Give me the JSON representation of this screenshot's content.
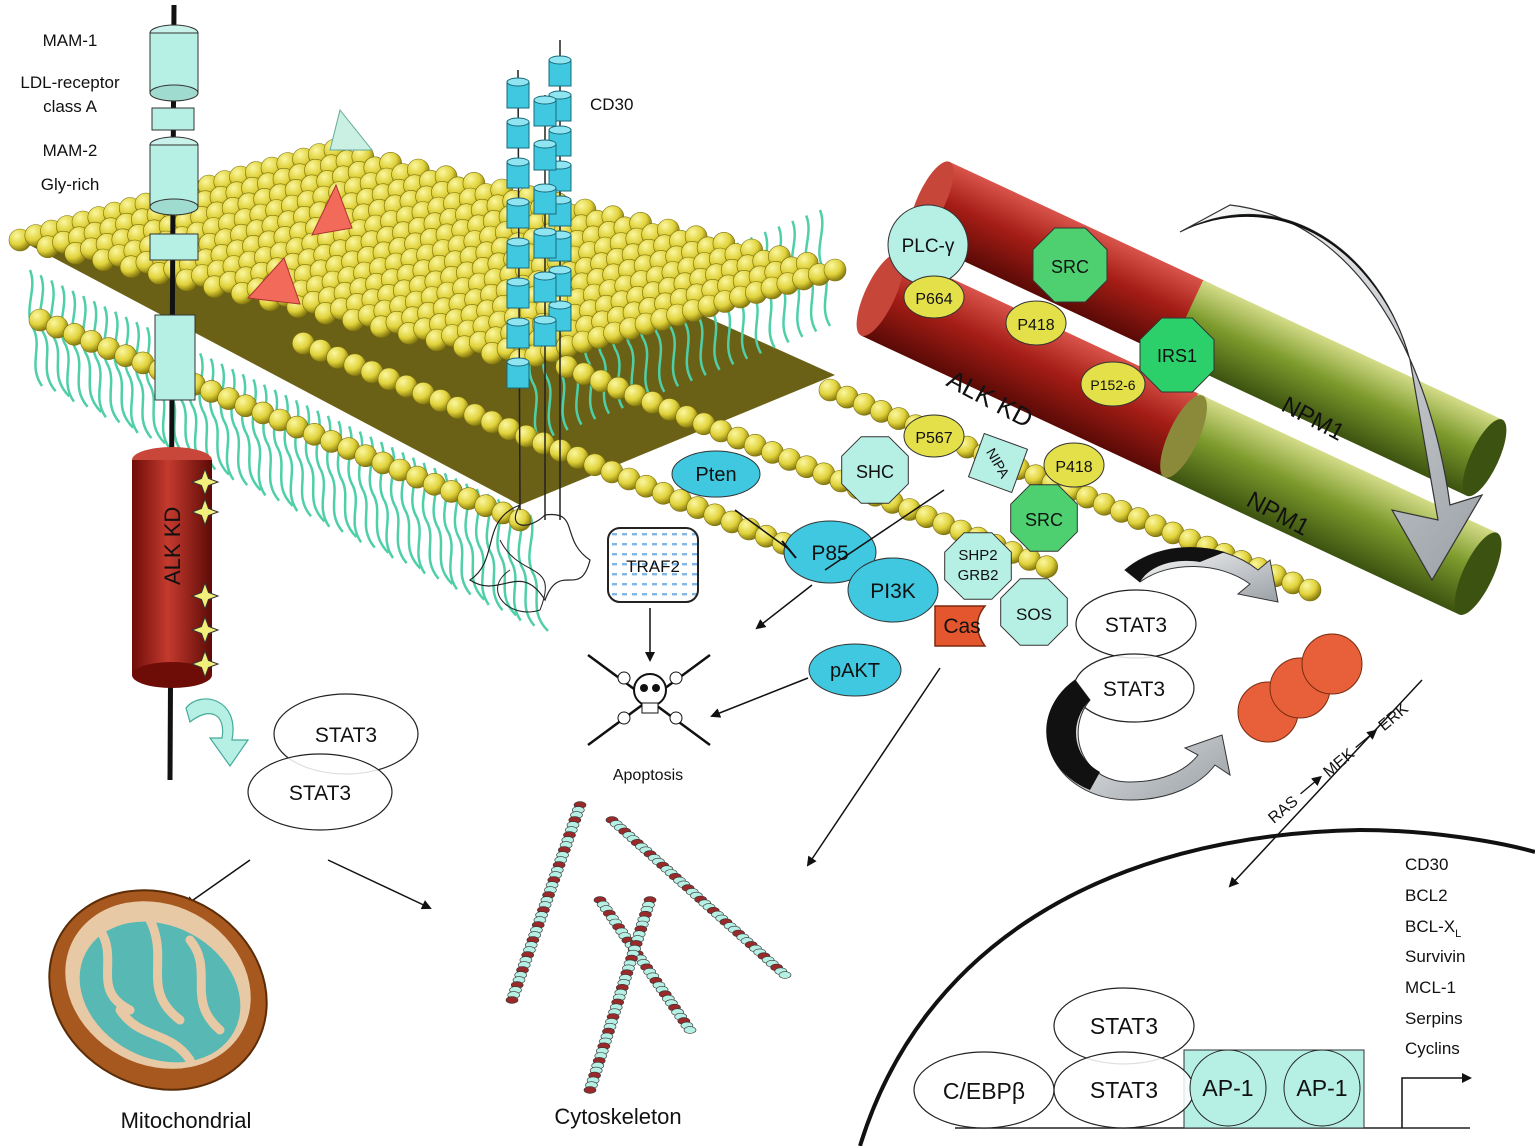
{
  "receptor": {
    "domains": [
      "MAM-1",
      "LDL-receptor",
      "class A",
      "MAM-2",
      "Gly-rich"
    ],
    "kinase_label": "ALK KD"
  },
  "cd30_label": "CD30",
  "fusion": {
    "kinase_label": "ALK KD",
    "partner_top": "NPM1",
    "partner_bottom": "NPM1"
  },
  "adaptors": {
    "plc": "PLC-γ",
    "p664": "P664",
    "src_top": "SRC",
    "p418_top": "P418",
    "irs1": "IRS1",
    "p152": "P152-6",
    "shc": "SHC",
    "p567": "P567",
    "nipa": "NIPA",
    "p418_bottom": "P418",
    "src_bottom": "SRC",
    "shp2": "SHP2",
    "grb2": "GRB2",
    "sos": "SOS",
    "cas": "Cas"
  },
  "pi3k_path": {
    "pten": "Pten",
    "p85": "P85",
    "pi3k": "PI3K",
    "pakt": "pAKT",
    "traf2": "TRAF2"
  },
  "apoptosis_label": "Apoptosis",
  "stat_left": [
    "STAT3",
    "STAT3"
  ],
  "stat_right": [
    "STAT3",
    "STAT3"
  ],
  "mapk": {
    "ras": "RAS",
    "mek": "MEK",
    "erk": "ERK"
  },
  "outputs": {
    "mito": "Mitochondrial",
    "cyto": "Cytoskeleton"
  },
  "nucleus": {
    "cebp": "C/EBPβ",
    "stat_a": "STAT3",
    "stat_b": "STAT3",
    "ap1_a": "AP-1",
    "ap1_b": "AP-1",
    "targets": [
      "CD30",
      "BCL2",
      "BCL-X",
      "Survivin",
      "MCL-1",
      "Serpins",
      "Cyclins"
    ],
    "bclx_sub": "L"
  },
  "colors": {
    "membrane_head": "#e0d23a",
    "lipid_tail": "#4fcfa8",
    "alk_red": "#a51d16",
    "npm_green": "#6b8a1e",
    "cyan_node": "#3fc8e0",
    "teal_box": "#b8efe0",
    "yellow_node": "#e4e04a",
    "green_oct": "#4ed070",
    "cas_orange": "#e4572e",
    "ras_orange": "#e8603a"
  }
}
